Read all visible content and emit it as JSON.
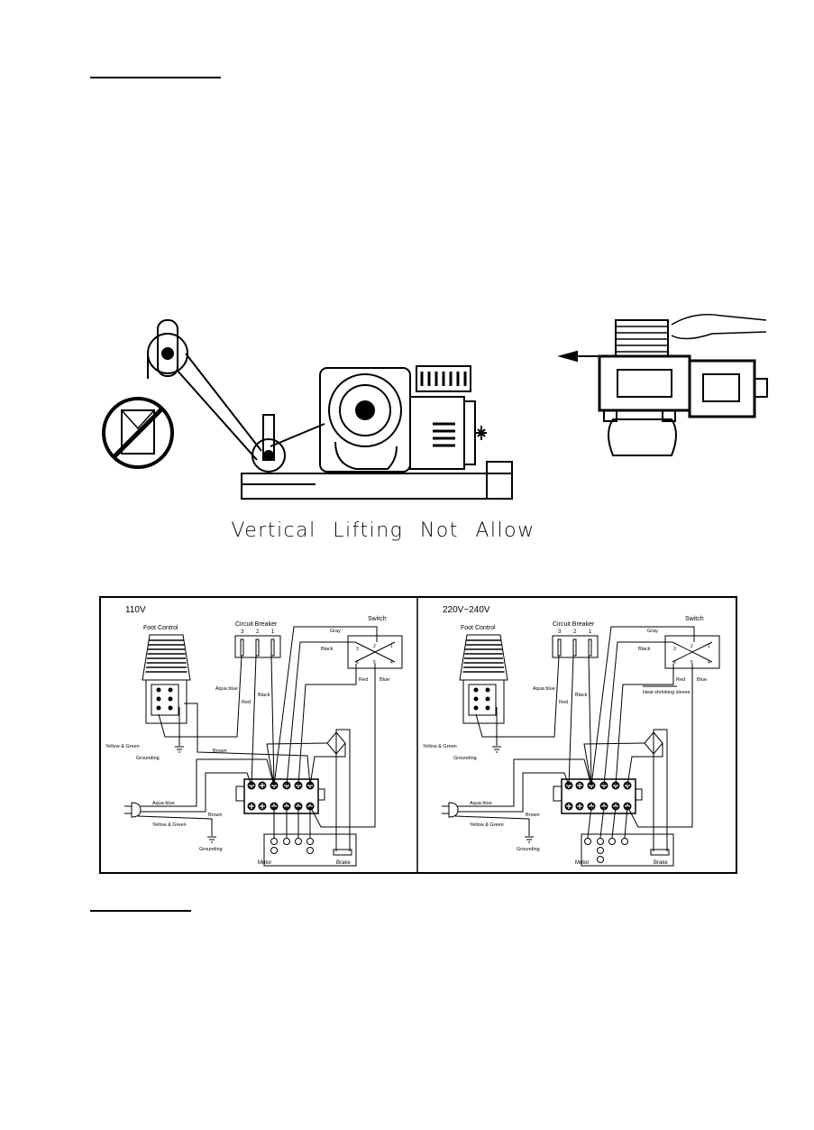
{
  "caption": "Vertical Lifting Not Allow",
  "wiring": {
    "panels": [
      {
        "voltage": "110V",
        "foot_control": "Foot Control",
        "circuit_breaker": "Circuit Breaker",
        "breaker_numbers": [
          "3",
          "2",
          "1"
        ],
        "switch": "Switch",
        "switch_numbers": [
          "3",
          "2",
          "1",
          "6",
          "5",
          "4"
        ],
        "wires": {
          "gray": "Gray",
          "black_switch": "Black",
          "red_switch": "Red",
          "blue_switch": "Blue",
          "aqua_blue_breaker": "Aqua blue",
          "red_breaker": "Red",
          "black_breaker": "Black",
          "yellow_green_foot": "Yellow & Green",
          "grounding_foot": "Grounding",
          "brown_foot": "Brown",
          "aqua_blue_cord": "Aqua blue",
          "brown_cord": "Brown",
          "yellow_green_cord": "Yellow & Green",
          "grounding_cord": "Grounding"
        },
        "motor": "Motor",
        "brake": "Brake"
      },
      {
        "voltage": "220V~240V",
        "foot_control": "Foot Control",
        "circuit_breaker": "Circuit Breaker",
        "breaker_numbers": [
          "3",
          "2",
          "1"
        ],
        "switch": "Switch",
        "switch_numbers": [
          "3",
          "2",
          "1",
          "6",
          "5",
          "4"
        ],
        "wires": {
          "gray": "Gray",
          "black_switch": "Black",
          "red_switch": "Red",
          "blue_switch": "Blue",
          "aqua_blue_breaker": "Aqua blue",
          "red_breaker": "Red",
          "black_breaker": "Black",
          "yellow_green_foot": "Yellow & Green",
          "grounding_foot": "Grounding",
          "aqua_blue_cord": "Aqua blue",
          "brown_cord": "Brown",
          "yellow_green_cord": "Yellow & Green",
          "grounding_cord": "Grounding"
        },
        "heat_sleeve": "Heat shrinking sleeve",
        "motor": "Motor",
        "brake": "Brake"
      }
    ]
  }
}
